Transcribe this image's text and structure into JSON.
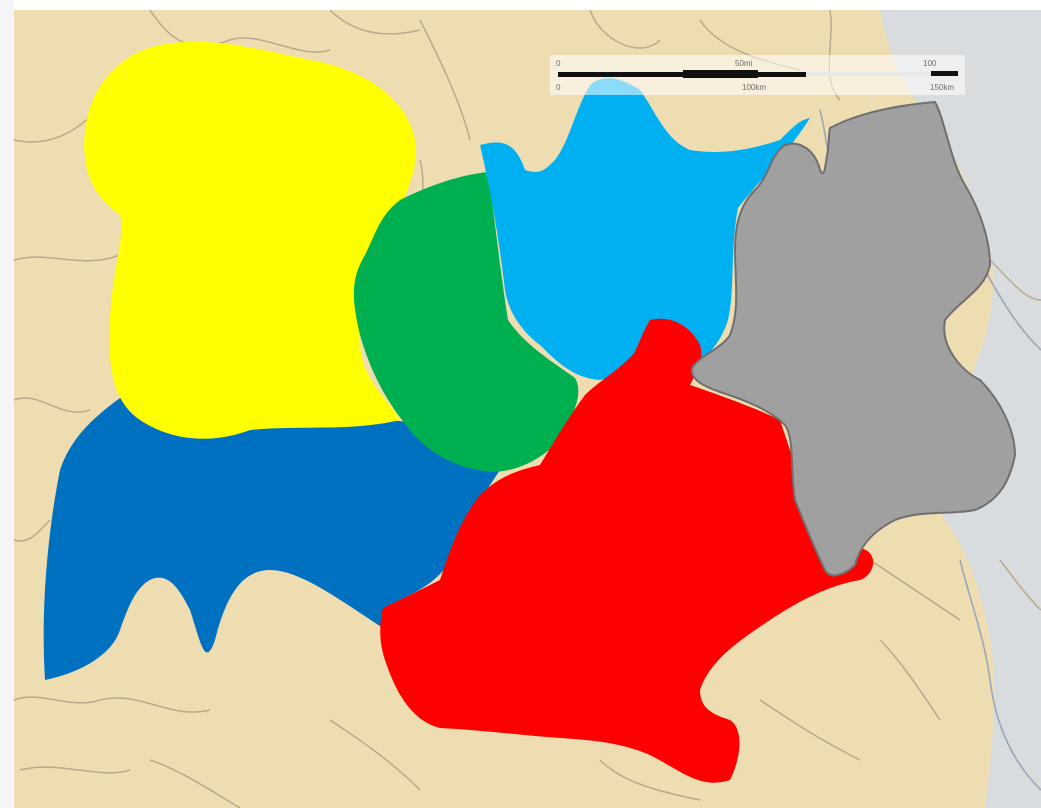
{
  "map": {
    "colors": {
      "page_background": "#ffffff",
      "land": "#efddb2",
      "water": "#d9dcde",
      "border_line": "#b9a98d",
      "river": "#9aa7b8",
      "region_outline": "#6f6f6f"
    },
    "regions": [
      {
        "id": "yellow",
        "fill": "#ffff00"
      },
      {
        "id": "green",
        "fill": "#00b050"
      },
      {
        "id": "light-blue",
        "fill": "#00b0f0"
      },
      {
        "id": "gray",
        "fill": "#a0a0a0"
      },
      {
        "id": "dark-blue",
        "fill": "#0070c0"
      },
      {
        "id": "red",
        "fill": "#ff0000"
      }
    ],
    "scale_bar": {
      "label_zero": "0",
      "label_mid": "50mi",
      "label_end": "100",
      "label_zero_km": "0",
      "label_mid_km": "100km",
      "label_end_km": "150km"
    }
  }
}
